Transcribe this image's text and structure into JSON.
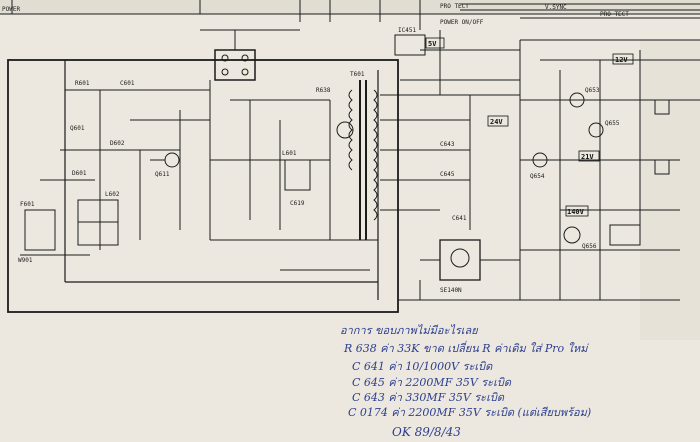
{
  "top_labels": [
    "POWER",
    "V.SYNC",
    "PRO TECT",
    "PRO TECT",
    "POWER ON/OFF"
  ],
  "rails": [
    "5V",
    "12V",
    "24V",
    "21V",
    "140V"
  ],
  "components": [
    "IC451",
    "SE140N",
    "T601",
    "Q601",
    "Q611",
    "L601",
    "L602",
    "F601",
    "R601",
    "C601",
    "D601",
    "D602",
    "W901",
    "Q653",
    "Q654",
    "Q655",
    "Q656",
    "R638",
    "C641",
    "C645",
    "C643",
    "C619"
  ],
  "handwritten_notes": [
    "อาการ ขอบภาพไม่มีอะไรเลย",
    "R 638 ค่า 33K ขาด เปลี่ยน R ค่าเดิม ใส่ Pro ใหม่",
    "C 641 ค่า 10/1000V ระเบิด",
    "C 645 ค่า 2200MF 35V ระเบิด",
    "C 643 ค่า 330MF 35V ระเบิด",
    "C 0174 ค่า 2200MF 35V ระเบิด (แต่เสียบพร้อม)",
    "OK 89/8/43"
  ],
  "colors": {
    "paper": "#ece8df",
    "ink": "#1b1b1b",
    "pen": "#2d3f8f"
  }
}
